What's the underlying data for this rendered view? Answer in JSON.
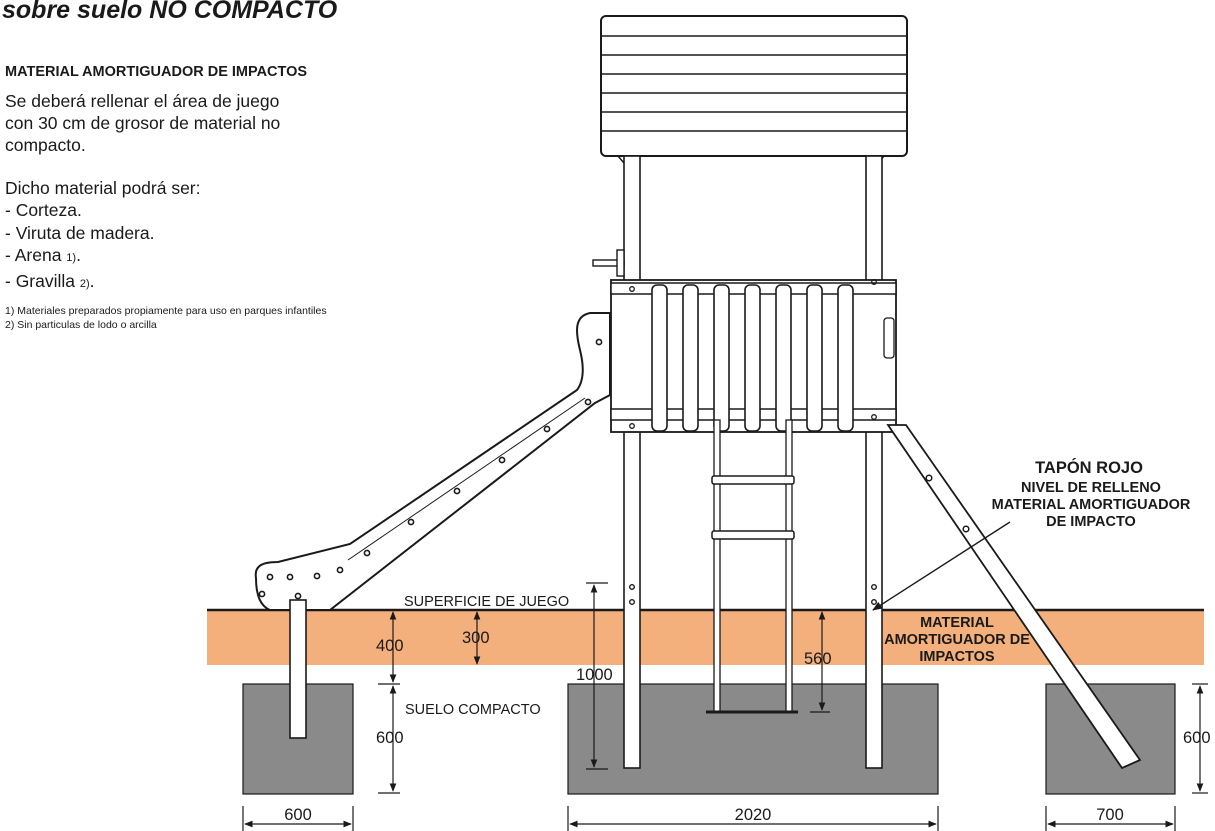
{
  "title": "sobre suelo NO COMPACTO",
  "heading": "MATERIAL AMORTIGUADOR DE IMPACTOS",
  "fill_instructions": [
    "Se deberá rellenar el área de juego",
    "con 30 cm de grosor de material no",
    "compacto."
  ],
  "materials_intro": "Dicho material podrá ser:",
  "materials": [
    {
      "label": "-  Corteza.",
      "ref": ""
    },
    {
      "label": "-  Viruta de madera.",
      "ref": ""
    },
    {
      "label": "-  Arena ",
      "ref": "1)",
      "suffix": "."
    },
    {
      "label": "-  Gravilla ",
      "ref": "2)",
      "suffix": "."
    }
  ],
  "notes": [
    "1) Materiales preparados propiamente para uso en parques infantiles",
    "2) Sin particulas de lodo o arcilla"
  ],
  "labels": {
    "play_surface": "SUPERFICIE DE JUEGO",
    "compact_ground": "SUELO COMPACTO",
    "cushion_layer": [
      "MATERIAL",
      "AMORTIGUADOR DE",
      "IMPACTOS"
    ],
    "red_cap_title": "TAPÓN ROJO",
    "red_cap_desc": [
      "NIVEL DE RELLENO",
      "MATERIAL AMORTIGUADOR",
      "DE IMPACTO"
    ]
  },
  "dimensions": {
    "total_depth": "400",
    "fill_thickness": "300",
    "post_depth": "1000",
    "ladder_depth": "560",
    "footing_depth_left": "600",
    "footing_depth_right": "600",
    "footing_width_left": "600",
    "footing_width_center": "2020",
    "footing_width_right": "700"
  },
  "colors": {
    "cushion_layer": "#f4b07c",
    "concrete": "#8a8a8a",
    "line": "#1a1a1a"
  }
}
